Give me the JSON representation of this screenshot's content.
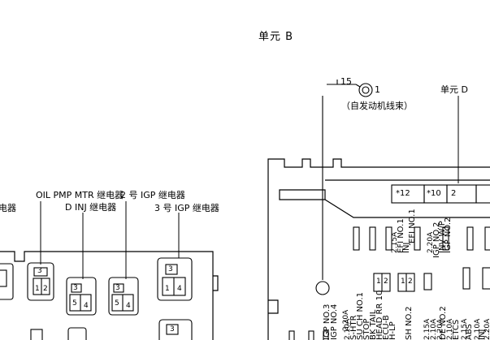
{
  "title": "单元 B",
  "unit_d_label": "单元 D",
  "connector_number": "15",
  "connector_pin": "1",
  "starter_harness_label": "（自发动机线束）",
  "relays": {
    "oil_pmp_mtr": "OIL PMP MTR 继电器",
    "igp_2": "2 号 IGP 继电器",
    "d_inj": "D INJ 继电器",
    "igp_3": "3 号 IGP 继电器",
    "left_cut": "电器"
  },
  "relay_pins": {
    "top": "3",
    "left": "1",
    "right": "2",
    "side": "5",
    "bottom_right": "4",
    "stack_a": "1",
    "stack_b": "2"
  },
  "fuse_boxes": [
    "*12",
    "*10",
    "2"
  ],
  "vertical_labels": [
    "EFI NO.1",
    "INJ",
    "IGP NO.2",
    "EFI NO.1",
    "INV W/P",
    "IGP NO.2",
    "IGP NO.3",
    "IGP NO.4",
    "S-HTR",
    "SU CH NO.1",
    "STOP",
    "BK TAIL",
    "HEAD RR 10",
    "ECU-B",
    "H-LP",
    "SH NO.2",
    "DE NO.2",
    "ETCS",
    "ABS",
    "INJ"
  ],
  "amperages": [
    "2.15A",
    "2.20A",
    "2.10A",
    "2.20A",
    "2.15A",
    "2.10A",
    "2.20A",
    "2.10A",
    "2.15A",
    "2.10A",
    "2.20A"
  ]
}
